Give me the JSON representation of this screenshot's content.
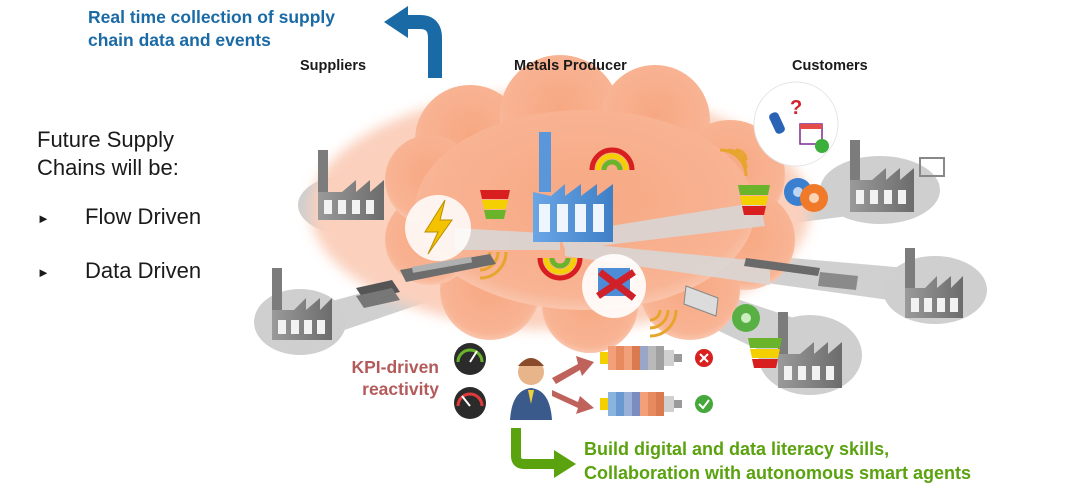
{
  "header": {
    "collection_line1": "Real time collection of supply",
    "collection_line2": "chain data and events"
  },
  "columns": {
    "suppliers": "Suppliers",
    "producer": "Metals Producer",
    "customers": "Customers"
  },
  "left_panel": {
    "heading_line1": "Future Supply",
    "heading_line2": "Chains will be:",
    "bullets": [
      "Flow Driven",
      "Data Driven"
    ]
  },
  "kpi": {
    "line1": "KPI-driven",
    "line2": "reactivity"
  },
  "footer": {
    "line1": "Build digital and data literacy skills,",
    "line2": "Collaboration with autonomous smart agents"
  },
  "colors": {
    "cloud": "#f9b08e",
    "blue_text": "#1a6aa6",
    "kpi_text": "#b35a5a",
    "green_text": "#5aa20e",
    "factory": "#8a8a8a",
    "producer_factory": "#4f8fd6"
  }
}
